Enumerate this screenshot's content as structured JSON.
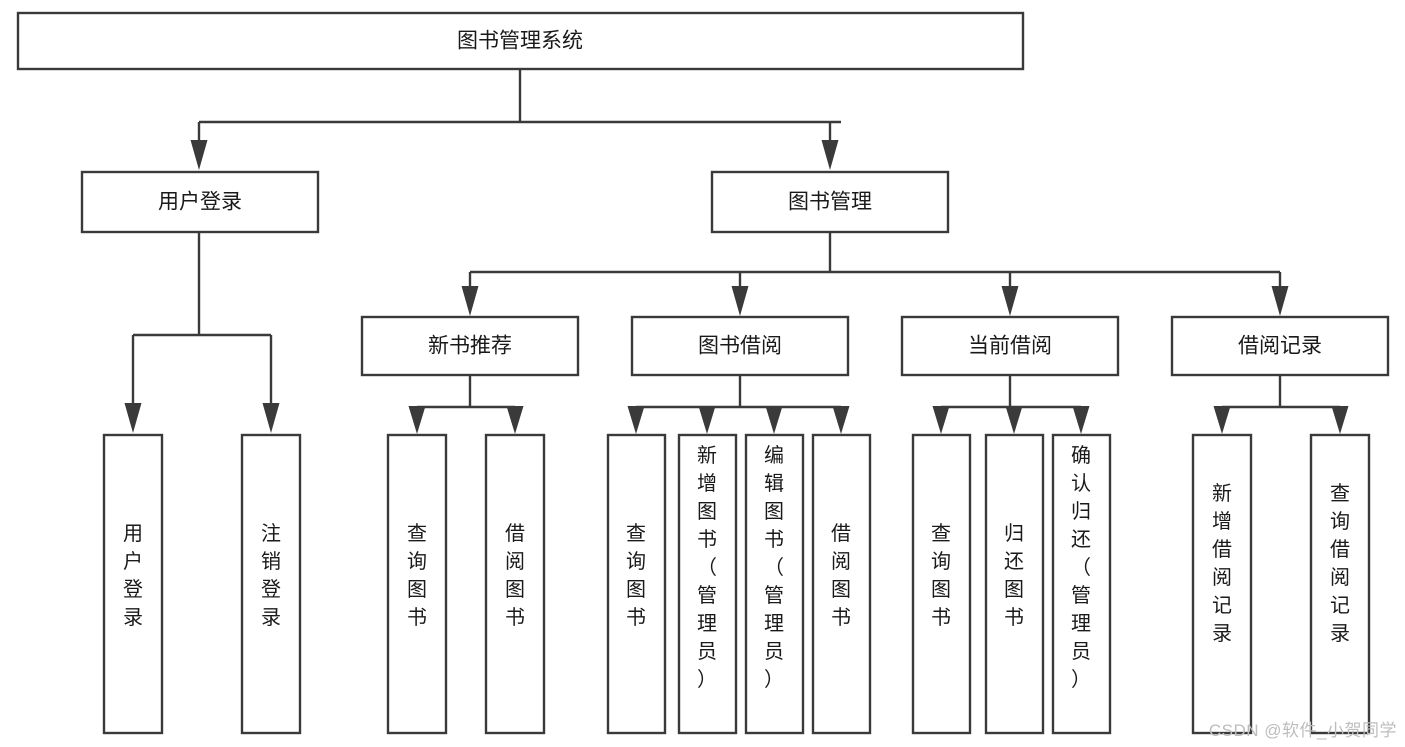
{
  "diagram": {
    "type": "tree",
    "orientation": "top-down",
    "title": "图书管理系统",
    "watermark": "CSDN @软件_小贺同学",
    "colors": {
      "box_fill": "#ffffff",
      "box_stroke": "#3a3a3a",
      "text": "#1a1a1a",
      "connector": "#3a3a3a",
      "watermark": "#bdbdbd",
      "background": "#ffffff"
    },
    "root": {
      "label": "图书管理系统"
    },
    "level2": [
      {
        "label": "用户登录"
      },
      {
        "label": "图书管理"
      }
    ],
    "level3": [
      {
        "label": "新书推荐"
      },
      {
        "label": "图书借阅"
      },
      {
        "label": "当前借阅"
      },
      {
        "label": "借阅记录"
      }
    ],
    "leaves": {
      "user_login": [
        {
          "label": "用户登录"
        },
        {
          "label": "注销登录"
        }
      ],
      "new_book_recommend": [
        {
          "label": "查询图书"
        },
        {
          "label": "借阅图书"
        }
      ],
      "book_borrow": [
        {
          "label": "查询图书"
        },
        {
          "label": "新增图书（管理员）"
        },
        {
          "label": "编辑图书（管理员）"
        },
        {
          "label": "借阅图书"
        }
      ],
      "current_borrow": [
        {
          "label": "查询图书"
        },
        {
          "label": "归还图书"
        },
        {
          "label": "确认归还（管理员）"
        }
      ],
      "borrow_record": [
        {
          "label": "新增借阅记录"
        },
        {
          "label": "查询借阅记录"
        }
      ]
    }
  }
}
